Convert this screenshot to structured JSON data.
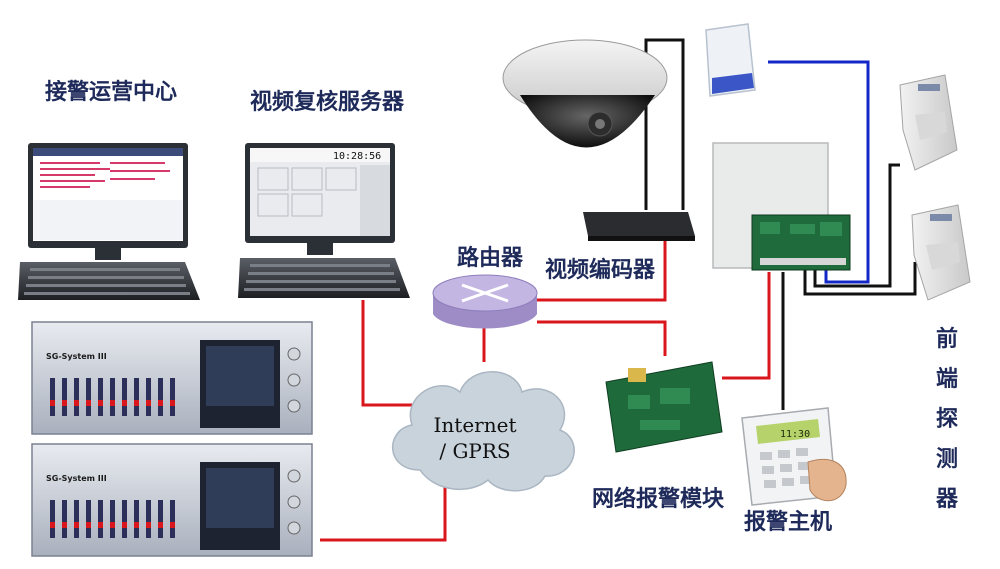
{
  "labels": {
    "center": "接警运营中心",
    "video_server": "视频复核服务器",
    "router": "路由器",
    "encoder": "视频编码器",
    "cloud_line1": "Internet",
    "cloud_line2": "/ GPRS",
    "network_module": "网络报警模块",
    "alarm_host": "报警主机",
    "detectors": "前\n端\n探\n测\n器"
  },
  "device_text": {
    "rack_brand": "SG-System III",
    "screen_time": "10:28:56",
    "keypad_display": "11:30"
  },
  "colors": {
    "link_red": "#d9161c",
    "link_blue": "#1428c8",
    "link_black": "#111111",
    "label_navy": "#1e2a5a",
    "router_fill": "#b9a9d9",
    "cloud_fill": "#c9d3dc"
  },
  "icons": [
    "workstation-icon",
    "video-server-icon",
    "receiver-rack-icon",
    "dome-camera-icon",
    "video-encoder-icon",
    "router-icon",
    "cloud-icon",
    "network-module-icon",
    "keypad-icon",
    "alarm-panel-icon",
    "siren-icon",
    "motion-detector-icon"
  ]
}
